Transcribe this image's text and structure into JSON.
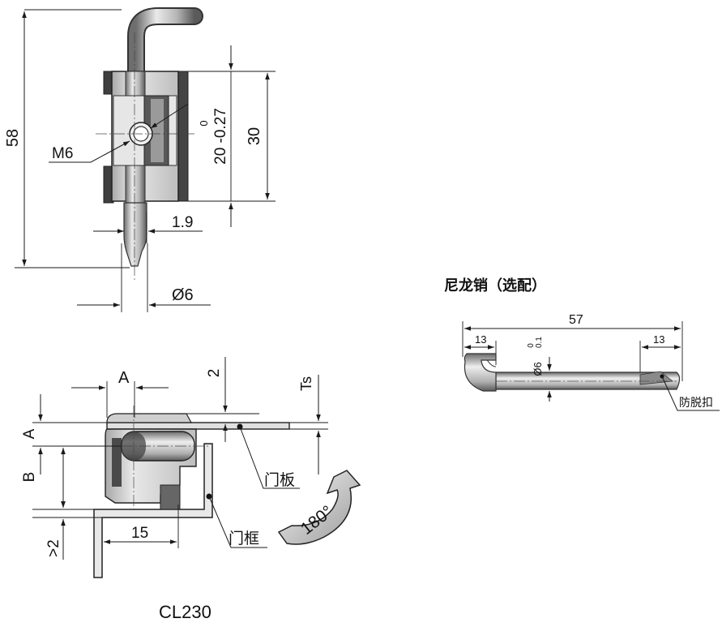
{
  "top_view": {
    "dim_height": "58",
    "dim_thread": "M6",
    "dim_tol_upper": "0",
    "dim_tol_lower": "20 -0.27",
    "dim_30": "30",
    "dim_1_9": "1.9",
    "dim_dia": "Ø6"
  },
  "side_view": {
    "dim_a_top": "A",
    "dim_a_left": "A",
    "dim_b": "B",
    "dim_2": "2",
    "dim_ts": "Ts",
    "dim_gt2": ">2",
    "dim_15": "15",
    "label_door_panel": "门板",
    "label_door_frame": "门框",
    "rotation": "180°"
  },
  "nylon_pin": {
    "title": "尼龙销（选配）",
    "dim_57": "57",
    "dim_13_left": "13",
    "dim_13_right": "13",
    "dim_dia": "Ø6",
    "dim_tol_upper": "0",
    "dim_tol_lower": "0.1",
    "label_anti_drop": "防脱扣"
  },
  "model": "CL230",
  "colors": {
    "steel_light": "#d9d9d9",
    "steel_dark": "#4a4a4a",
    "line": "#1a1a1a"
  }
}
